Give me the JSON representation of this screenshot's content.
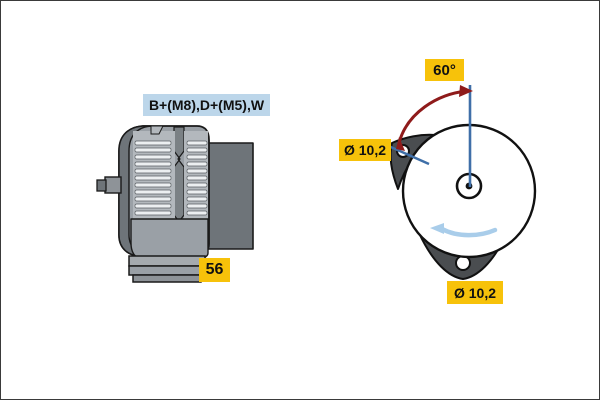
{
  "diagram": {
    "title": "Alternator technical drawing",
    "background_color": "#ffffff",
    "border_color": "#3a3a3a"
  },
  "colors": {
    "badge_yellow": "#f7c20a",
    "badge_blue": "#bcd6ea",
    "text_dark": "#111111",
    "outline": "#1a1a1a",
    "body_light_gray": "#b3b8bd",
    "body_mid_gray": "#9aa0a6",
    "body_dark_gray": "#6e7479",
    "body_darkest_gray": "#56595c",
    "lug_gray": "#4a4d50",
    "arrow_red": "#8f1b1b",
    "line_blue": "#3f6fa8",
    "rotation_blue": "#a9cdea"
  },
  "labels": {
    "terminals": "B+(M8),D+(M5),W",
    "connector_56": "56",
    "angle": "60°",
    "diameter_upper": "Ø 10,2",
    "diameter_lower": "Ø 10,2"
  },
  "views": {
    "side_view": {
      "name": "alternator-side-view",
      "features": [
        "cooling-fin-bank-left",
        "cooling-fin-bank-right",
        "terminal-stud",
        "rear-housing-block",
        "mounting-base"
      ]
    },
    "end_view": {
      "name": "alternator-end-view",
      "features": [
        "main-body-circle",
        "upper-left-mounting-lug",
        "lower-mounting-lug",
        "center-hub",
        "rotation-direction-arrow",
        "angle-reference-line",
        "lug-reference-line"
      ],
      "rotation_direction": "counter-clockwise"
    }
  }
}
